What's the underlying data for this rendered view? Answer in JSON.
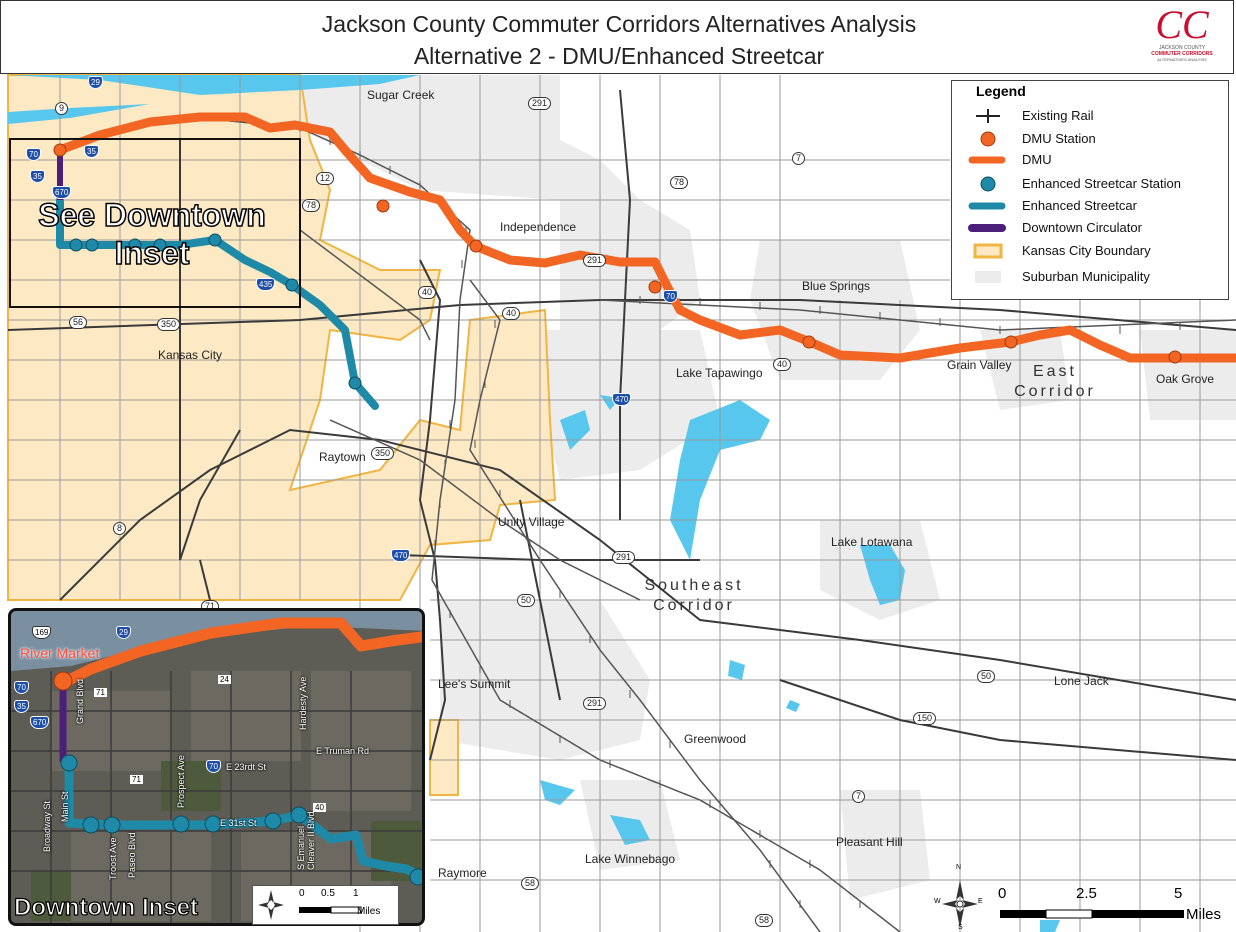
{
  "header": {
    "title_line1": "Jackson County Commuter Corridors Alternatives Analysis",
    "title_line2": "Alternative 2  - DMU/Enhanced Streetcar",
    "logo": {
      "monogram": "CC",
      "line1": "JACKSON COUNTY",
      "line2": "COMMUTER CORRIDORS",
      "line3": "ALTERNATIVES ANALYSIS",
      "color": "#c8102e"
    }
  },
  "legend": {
    "title": "Legend",
    "items": [
      {
        "label": "Existing Rail",
        "symbol": "rail"
      },
      {
        "label": "DMU Station",
        "symbol": "dmu-station"
      },
      {
        "label": "DMU",
        "symbol": "dmu-line"
      },
      {
        "label": "Enhanced Streetcar Station",
        "symbol": "streetcar-station"
      },
      {
        "label": "Enhanced Streetcar",
        "symbol": "streetcar-line"
      },
      {
        "label": "Downtown Circulator",
        "symbol": "circulator-line"
      },
      {
        "label": "Kansas City Boundary",
        "symbol": "kc-boundary"
      },
      {
        "label": "Suburban Municipality",
        "symbol": "suburban"
      }
    ]
  },
  "colors": {
    "dmu": "#f26522",
    "streetcar": "#1f8aa8",
    "circulator": "#4b1f7a",
    "kc_fill": "#fde9c4",
    "kc_border": "#f0b542",
    "suburban": "#ececec",
    "water": "#58c7ee",
    "rail": "#555555",
    "road": "#3a3a3a"
  },
  "places": {
    "sugar_creek": "Sugar Creek",
    "independence": "Independence",
    "blue_springs": "Blue Springs",
    "kansas_city": "Kansas City",
    "lake_tapawingo": "Lake Tapawingo",
    "grain_valley": "Grain Valley",
    "oak_grove": "Oak Grove",
    "raytown": "Raytown",
    "unity_village": "Unity Village",
    "lake_lotawana": "Lake Lotawana",
    "lees_summit": "Lee's Summit",
    "lone_jack": "Lone Jack",
    "greenwood": "Greenwood",
    "pleasant_hill": "Pleasant Hill",
    "lake_winnebago": "Lake Winnebago",
    "raymore": "Raymore"
  },
  "corridors": {
    "east_1": "East",
    "east_2": "Corridor",
    "southeast_1": "Southeast",
    "southeast_2": "Corridor"
  },
  "highways": {
    "h9": "9",
    "h29": "29",
    "h291a": "291",
    "h7a": "7",
    "h12": "12",
    "h78a": "78",
    "h78b": "78",
    "h291b": "291",
    "h40a": "40",
    "h40b": "40",
    "h40c": "40",
    "h56": "56",
    "h350a": "350",
    "h350b": "350",
    "h8": "8",
    "h291c": "291",
    "h50a": "50",
    "h71": "71",
    "h291d": "291",
    "h50b": "50",
    "h150": "150",
    "h7b": "7",
    "h58a": "58",
    "h58b": "58",
    "i70a": "70",
    "i35a": "35",
    "i35b": "35",
    "i670": "670",
    "i435": "435",
    "i70b": "70",
    "i470a": "470",
    "i470b": "470"
  },
  "downtown_box_label": "See Downtown Inset",
  "inset": {
    "title": "Downtown Inset",
    "river_market": "River Market",
    "streets": {
      "grand": "Grand Blvd",
      "broadway": "Broadway St",
      "main": "Main St",
      "troost": "Troost Ave",
      "paseo": "Paseo Blvd",
      "prospect": "Prospect Ave",
      "hardesty": "Hardesty Ave",
      "truman": "E Truman Rd",
      "e23": "E 23rdt St",
      "e31": "E 31st St",
      "cleaver": "S Emanuel Cleaver II Blvd"
    },
    "shields": {
      "s169": "169",
      "s29": "29",
      "s70": "70",
      "s35": "35",
      "s670": "670",
      "s71a": "71",
      "s24": "24",
      "s70b": "70",
      "s71b": "71",
      "s40": "40"
    },
    "scale": {
      "t0": "0",
      "t1": "0.5",
      "t2": "1",
      "unit": "Miles"
    }
  },
  "scale": {
    "t0": "0",
    "t1": "2.5",
    "t2": "5",
    "unit": "Miles"
  },
  "north_arrow": {
    "n": "N",
    "s": "S",
    "e": "E",
    "w": "W"
  }
}
